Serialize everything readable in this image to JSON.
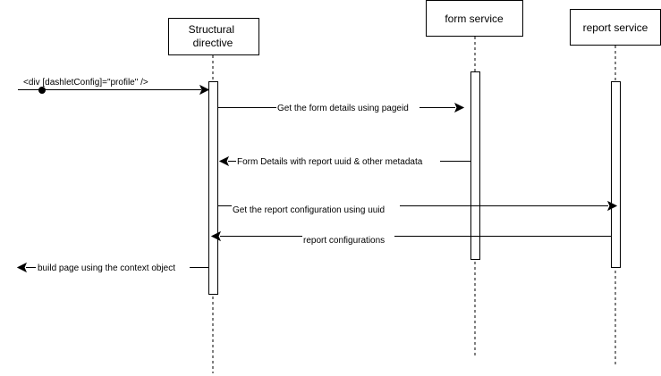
{
  "participants": [
    {
      "id": "structural",
      "label_lines": [
        "Structural",
        "directive"
      ]
    },
    {
      "id": "form",
      "label_lines": [
        "form service"
      ]
    },
    {
      "id": "report",
      "label_lines": [
        "report service"
      ]
    }
  ],
  "messages": [
    {
      "id": "msg-found",
      "label": "<div [dashletConfig]=\"profile\" />"
    },
    {
      "id": "msg-get-form",
      "label": "Get the form details using pageid"
    },
    {
      "id": "msg-form-details",
      "label": "Form Details with report uuid & other metadata"
    },
    {
      "id": "msg-get-report",
      "label": "Get the report configuration using uuid"
    },
    {
      "id": "msg-report-configs",
      "label": "report configurations"
    },
    {
      "id": "msg-build-page",
      "label": "build page using the context object"
    }
  ]
}
